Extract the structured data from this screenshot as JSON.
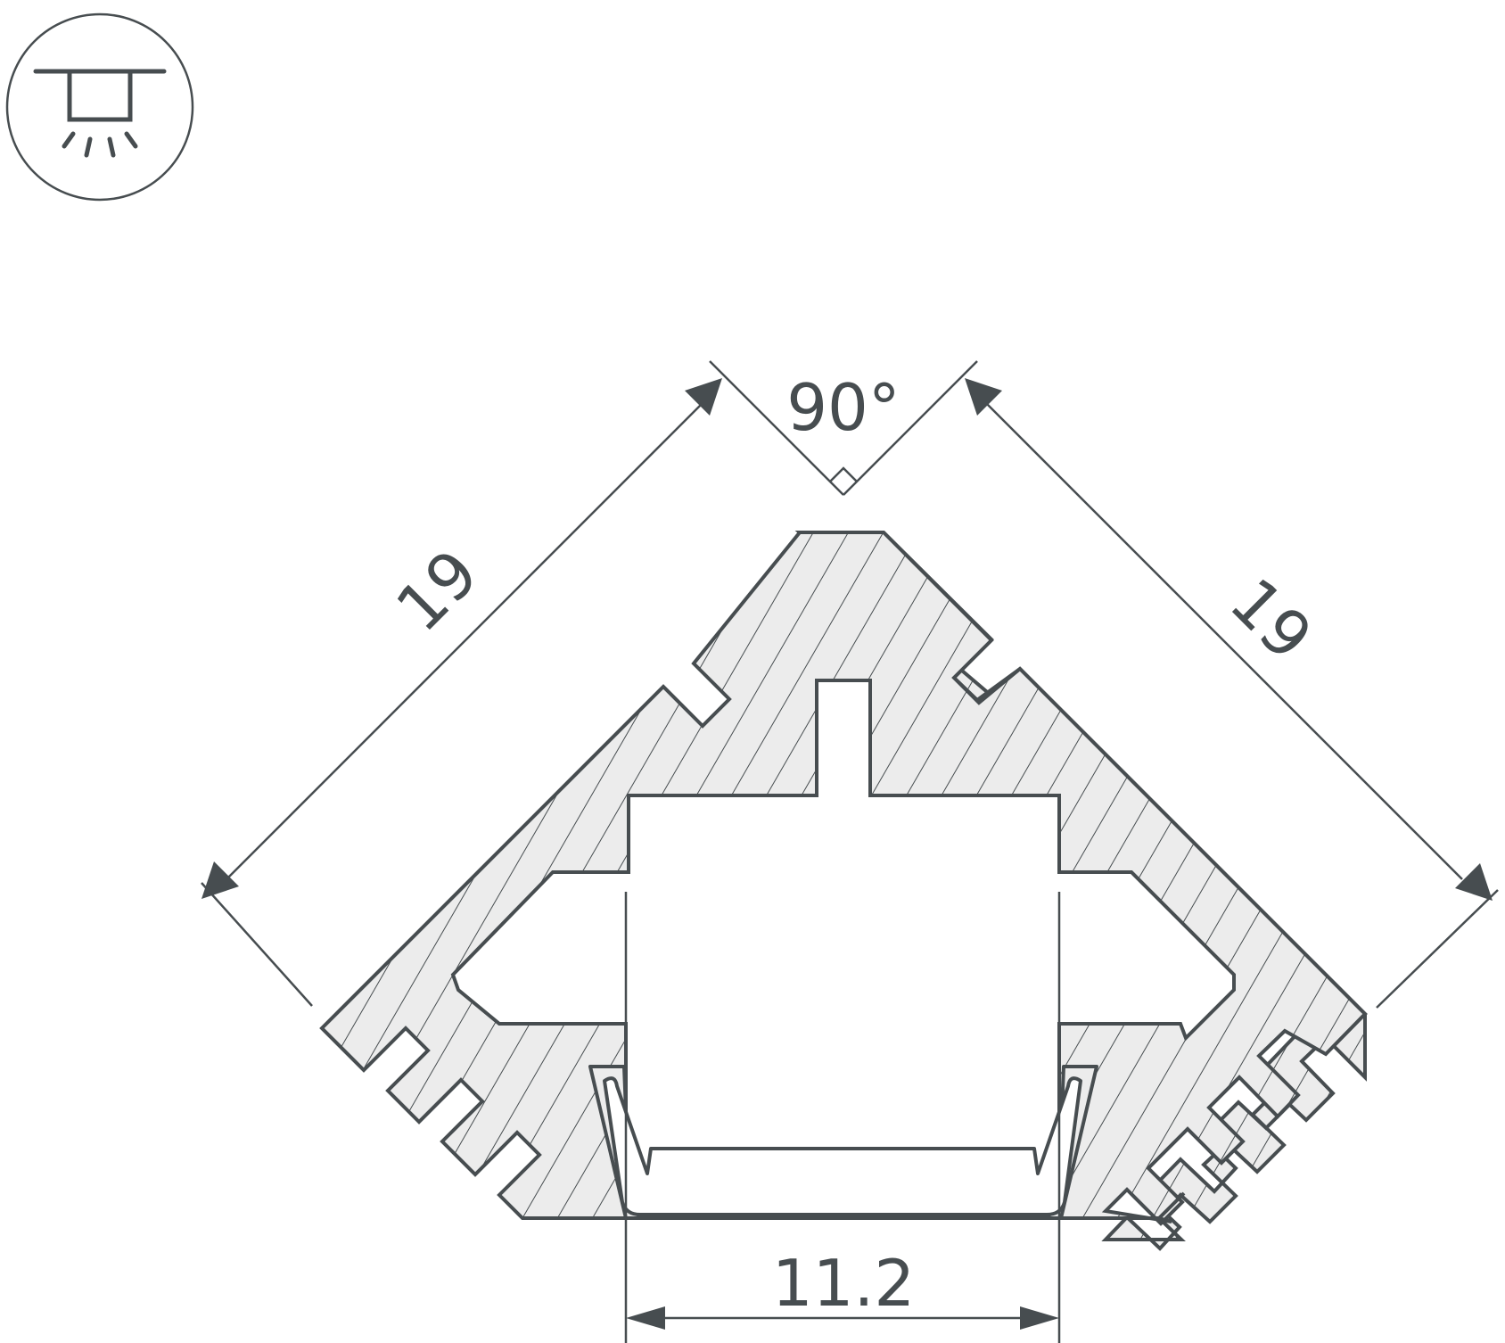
{
  "icon": {
    "name": "ceiling-mount-light-icon"
  },
  "dimensions": {
    "angle": "90°",
    "left_side": "19",
    "right_side": "19",
    "opening_width": "11.2"
  },
  "colors": {
    "line": "#474d50",
    "section_fill": "#ececec",
    "background": "#ffffff"
  }
}
